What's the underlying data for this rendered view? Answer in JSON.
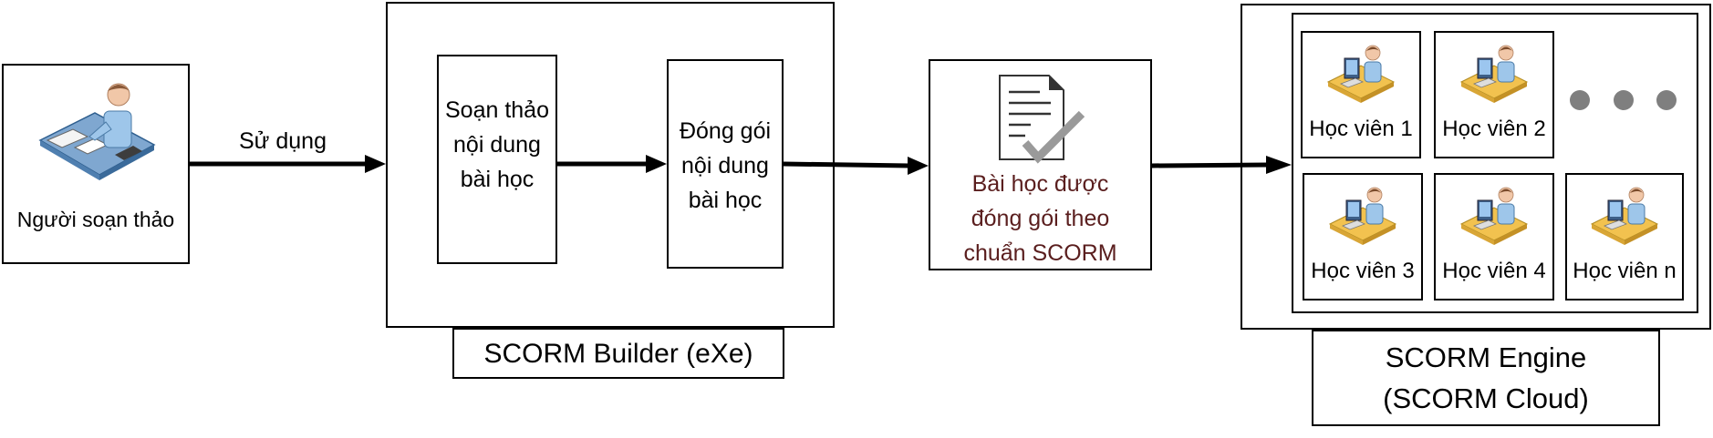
{
  "author": {
    "label": "Người soạn thảo",
    "icon": "person-at-desk-icon"
  },
  "uses_label": "Sử dụng",
  "builder": {
    "caption": "SCORM Builder (eXe)",
    "step_edit": "Soạn thảo nội dung bài học",
    "step_package": "Đóng gói nội dung bài học"
  },
  "package": {
    "label": "Bài học được đóng gói theo chuẩn SCORM",
    "icon": "checked-document-icon",
    "label_color": "#5a1e1e"
  },
  "engine": {
    "caption_line1": "SCORM Engine",
    "caption_line2": "(SCORM Cloud)",
    "students": [
      {
        "label": "Học viên 1",
        "icon": "student-computer-icon"
      },
      {
        "label": "Học viên 2",
        "icon": "student-computer-icon"
      },
      {
        "label": "Học viên 3",
        "icon": "student-computer-icon"
      },
      {
        "label": "Học viên 4",
        "icon": "student-computer-icon"
      },
      {
        "label": "Học viên n",
        "icon": "student-computer-icon"
      }
    ],
    "ellipsis_icon": "ellipsis-dots-icon"
  }
}
